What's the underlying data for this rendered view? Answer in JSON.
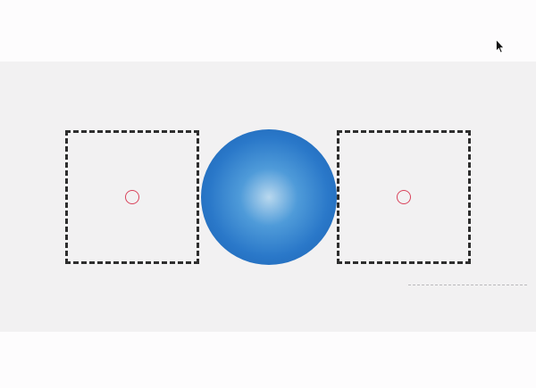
{
  "scene": {
    "background_color": "#fdfcfd",
    "stage_color": "#f2f1f2",
    "drop_zones": [
      {
        "name": "left",
        "border_color": "#2e2e2e",
        "border_style": "dashed",
        "marker_color": "#d9435b"
      },
      {
        "name": "right",
        "border_color": "#2e2e2e",
        "border_style": "dashed",
        "marker_color": "#d9435b"
      }
    ],
    "ball": {
      "shape": "sphere",
      "center_color": "#b9d8ee",
      "edge_color": "#1a5fae",
      "draggable": true
    },
    "cursor": {
      "type": "arrow-pointer"
    }
  }
}
